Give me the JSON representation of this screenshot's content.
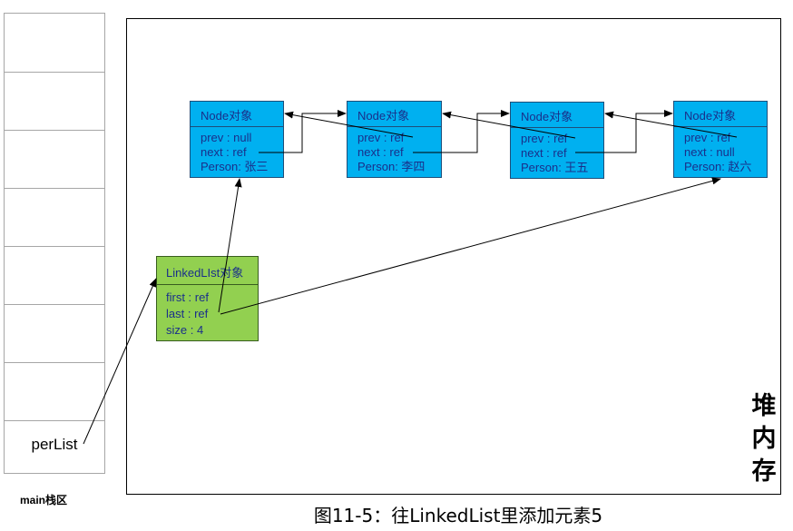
{
  "stack": {
    "label": "perList",
    "caption": "main栈区"
  },
  "heap": {
    "label": [
      "堆",
      "内",
      "存"
    ]
  },
  "nodes": [
    {
      "title": "Node对象",
      "prev": "prev : null",
      "next": "next : ref",
      "person": "Person: 张三"
    },
    {
      "title": "Node对象",
      "prev": "prev : ref",
      "next": "next  : ref",
      "person": "Person: 李四"
    },
    {
      "title": "Node对象",
      "prev": "prev : ref",
      "next": "next  : ref",
      "person": "Person: 王五"
    },
    {
      "title": "Node对象",
      "prev": "prev : ref",
      "next": "next  : null",
      "person": "Person: 赵六"
    }
  ],
  "linkedlist": {
    "title": "LinkedLIst对象",
    "first": "first : ref",
    "last": "last  : ref",
    "size": "size  : 4"
  },
  "caption": "图11-5：往LinkedList里添加元素5",
  "colors": {
    "node_fill": "#00b0f0",
    "linkedlist_fill": "#92d050",
    "text": "#1a2f8a"
  }
}
